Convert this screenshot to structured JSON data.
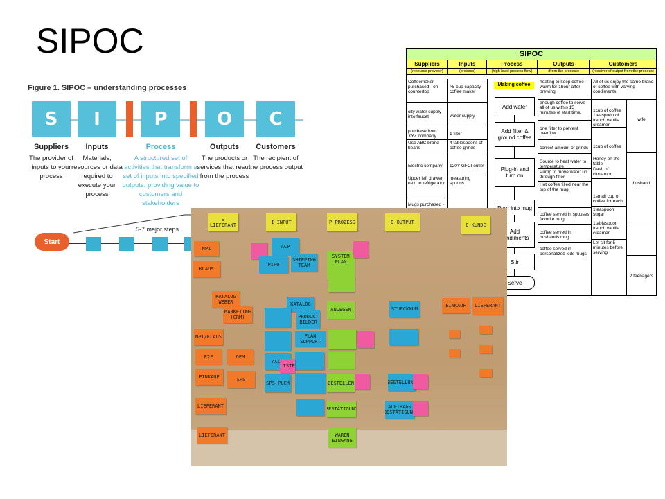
{
  "slide": {
    "title": "SIPOC"
  },
  "figure": {
    "caption": "Figure 1. SIPOC – understanding processes",
    "letters": [
      "S",
      "I",
      "P",
      "O",
      "C"
    ],
    "columns": [
      {
        "head": "Suppliers",
        "desc": "The provider of inputs to your process"
      },
      {
        "head": "Inputs",
        "desc": "Materials, resources or data required to execute your process"
      },
      {
        "head": "Process",
        "desc": "A structured set of activities that transform a set of inputs into specified outputs, providing value to customers and stakeholders"
      },
      {
        "head": "Outputs",
        "desc": "The products or services that result from the process"
      },
      {
        "head": "Customers",
        "desc": "The recipient of the process output"
      }
    ],
    "start_label": "Start",
    "major_steps_label": "5-7 major steps",
    "colors": {
      "box": "#56bfd9",
      "accent": "#e8602c"
    }
  },
  "sipoc_table": {
    "title": "SIPOC",
    "headers": [
      "Suppliers",
      "Inputs",
      "Process",
      "Outputs",
      "Customers"
    ],
    "subheaders": [
      "(resource provider)",
      "(process)",
      "(high level process flow)",
      "(from the process)",
      "(receiver of output from the process)"
    ],
    "making_label": "Making coffee",
    "process_steps": [
      "Add water",
      "Add filter & ground coffee",
      "Plug-in and turn on",
      "Pour into mug",
      "Add condiments",
      "Stir",
      "Serve"
    ],
    "suppliers": [
      "Coffeemaker purchased - on countertop",
      "city water supply into faucet",
      "purchase from XYZ company",
      "Use ABC brand beans",
      "Electric company",
      "Upper left drawer next to refrigerator",
      "Mugs purchased -"
    ],
    "inputs": [
      ">5 cup capacity coffee maker",
      "water supply",
      "1 filter",
      "4 tablespoons of coffee grinds",
      "120Y GFCI outlet",
      "measuring spoons"
    ],
    "outputs": [
      "heating to keep coffee warm for 1hour after brewing",
      "enough coffee to serve all of us within 15 minutes of start time.",
      "one filter to prevent overflow",
      "correct amount of grinds",
      "Source to heat water to temperature",
      "Pump to move water up through filter.",
      "Hot coffee filled near the top of the mug.",
      "coffee served in spouses favorite mug",
      "coffee served in husbands mug",
      "coffee served in personalized kids mugs"
    ],
    "customers_a": [
      "All of us enjoy the same brand of coffee with varying condiments",
      "1cup of coffee 1teaspoon of french vanilla creamer",
      "1cup of coffee",
      "Honey on the table",
      "Dash of cinnamon",
      "1small cup of coffee for each",
      "1teaspoon sugar",
      "1tablespoon french vanilla creamer",
      "Let sit for 5 minutes before serving"
    ],
    "customers_b": [
      "wife",
      "husband",
      "2 teenagers"
    ]
  },
  "photo_notes": {
    "headers": [
      "S LIEFERANT",
      "I INPUT",
      "P PROZESS",
      "O OUTPUT",
      "C KUNDE"
    ],
    "suppliers": [
      "NPI",
      "KLAUS",
      "KATALOG WEBER",
      "MARKETING (CRM)",
      "NPI/KLAUS",
      "F2F",
      "OEM",
      "EINKAUF",
      "SPS",
      "LIEFERANT",
      "LIEFERANT"
    ],
    "inputs": [
      "ACP",
      "PIPO",
      "SHIPPING TEAM",
      "KATALOG",
      "PRODUKT BILDER",
      "PLAN SUPPORT",
      "ACC-",
      "SPS PLCM",
      "LISTE"
    ],
    "process": [
      "SYSTEM PLAN",
      "ANLEGEN",
      "BESTELLEN",
      "BESTÄTIGUNG",
      "WAREN EINGANG"
    ],
    "outputs": [
      "STUECKNUM",
      "BESTELLUNG",
      "AUFTRAGS BESTÄTIGUNG"
    ],
    "customers": [
      "EINKAUF",
      "LIEFERANT"
    ]
  }
}
